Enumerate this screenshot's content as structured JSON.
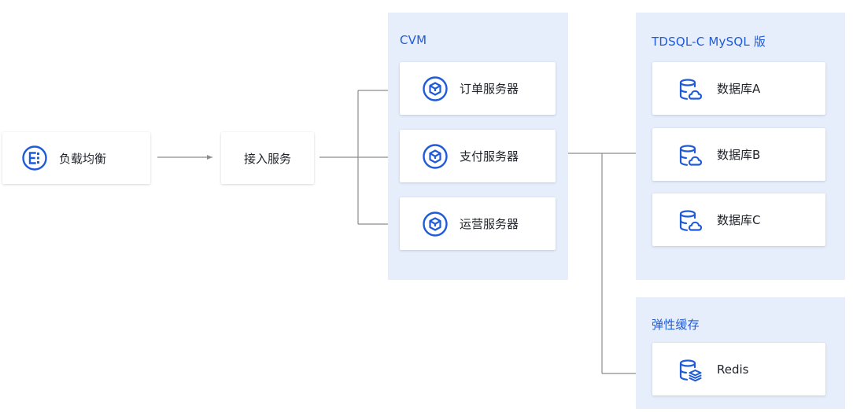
{
  "colors": {
    "accent": "#1f5bd8",
    "group_fill": "#e6eefc",
    "connector": "#8c8c8c"
  },
  "nodes": {
    "load_balancer": {
      "label": "负载均衡",
      "icon": "load-balancer-icon"
    },
    "access_service": {
      "label": "接入服务"
    }
  },
  "cvm": {
    "title": "CVM",
    "servers": [
      {
        "label": "订单服务器",
        "icon": "cube-icon"
      },
      {
        "label": "支付服务器",
        "icon": "cube-icon"
      },
      {
        "label": "运营服务器",
        "icon": "cube-icon"
      }
    ]
  },
  "tdsql": {
    "title": "TDSQL-C MySQL 版",
    "databases": [
      {
        "label": "数据库A",
        "icon": "cloud-database-icon"
      },
      {
        "label": "数据库B",
        "icon": "cloud-database-icon"
      },
      {
        "label": "数据库C",
        "icon": "cloud-database-icon"
      }
    ]
  },
  "cache": {
    "title": "弹性缓存",
    "items": [
      {
        "label": "Redis",
        "icon": "redis-database-icon"
      }
    ]
  }
}
